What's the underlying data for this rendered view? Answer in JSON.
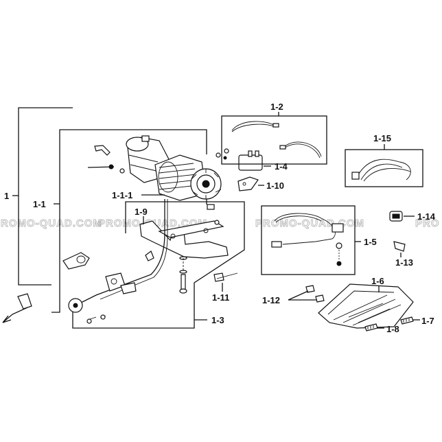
{
  "watermark": {
    "marks": [
      "PROMO-QUAD.COM",
      "PROMO-QUAD.COM",
      "PROMO-QUAD.COM",
      "PRO"
    ]
  },
  "callouts": {
    "c1": "1",
    "c1_1": "1-1",
    "c1_1_1": "1-1-1",
    "c1_2": "1-2",
    "c1_3": "1-3",
    "c1_4": "1-4",
    "c1_5": "1-5",
    "c1_6": "1-6",
    "c1_7": "1-7",
    "c1_8": "1-8",
    "c1_9": "1-9",
    "c1_10": "1-10",
    "c1_11": "1-11",
    "c1_12": "1-12",
    "c1_13": "1-13",
    "c1_14": "1-14",
    "c1_15": "1-15"
  },
  "parts": [
    "winch-motor",
    "cable-drum",
    "wire-rope",
    "hook",
    "mounting-plate",
    "roller-fairlead",
    "harness-1-2",
    "harness-1-15",
    "harness-1-5",
    "relay-switch",
    "bracket",
    "bolt",
    "nut-clip",
    "skid-plate",
    "screw",
    "cap"
  ]
}
